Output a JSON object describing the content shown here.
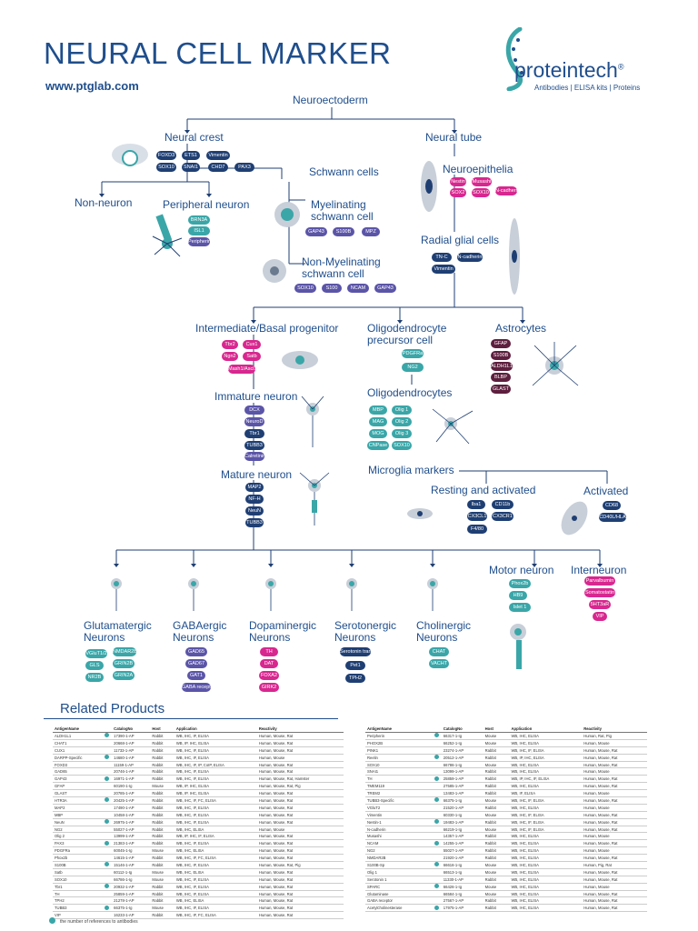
{
  "header": {
    "title": "NEURAL CELL MARKER",
    "url": "www.ptglab.com",
    "brand": "proteintech",
    "brand_mark": "®",
    "tagline": "Antibodies | ELISA kits | Proteins"
  },
  "nodes": {
    "neuroectoderm": "Neuroectoderm",
    "neural_crest": "Neural crest",
    "neural_tube": "Neural tube",
    "schwann": "Schwann cells",
    "neuroepithelia": "Neuroepithelia",
    "non_neuron": "Non-neuron",
    "peripheral": "Peripheral neuron",
    "myelinating": "Myelinating\nschwann cell",
    "radial": "Radial glial cells",
    "nonmyel": "Non-Myelinating\nschwann cell",
    "ibp": "Intermediate/Basal progenitor",
    "opc": "Oligodendrocyte\nprecursor cell",
    "astro": "Astrocytes",
    "immature": "Immature neuron",
    "oligo": "Oligodendrocytes",
    "mature": "Mature neuron",
    "microglia": "Microglia markers",
    "resting": "Resting and activated",
    "activated": "Activated",
    "glut": "Glutamatergic\nNeurons",
    "gaba": "GABAergic\nNeurons",
    "dopa": "Dopaminergic\nNeurons",
    "sero": "Serotonergic\nNeurons",
    "chol": "Cholinergic\nNeurons",
    "motor": "Motor neuron",
    "inter": "Interneuron"
  },
  "markers": {
    "crest": [
      "FOXD3",
      "ETS1",
      "Vimentin",
      "SOX10",
      "SNAI1",
      "CHD7",
      "PAX3"
    ],
    "tube": [
      "Nestin",
      "Musashi",
      "SOX2",
      "SOX10",
      "N-cadherin"
    ],
    "peripheral": [
      "BRN3A",
      "ISL1",
      "Peripherin"
    ],
    "myel": [
      "GAP43",
      "S100B",
      "MPZ"
    ],
    "radial": [
      "TN-C",
      "N-cadherin",
      "Vimentin"
    ],
    "nonmyel": [
      "SOX10",
      "S100",
      "NCAM",
      "GAP43"
    ],
    "ibp": [
      "Tbr2",
      "Cux1",
      "Ngn2",
      "Satb",
      "Mash1/Ascl1"
    ],
    "opc": [
      "PDGFRa",
      "NG2"
    ],
    "astro": [
      "GFAP",
      "S100B",
      "ALDH1L1",
      "BLBP",
      "GLAST"
    ],
    "immature": [
      "DCX",
      "NeuroD",
      "Tbr1",
      "TUBB3",
      "Calretinin"
    ],
    "oligo": [
      "MBP",
      "Olig 1",
      "MAG",
      "Olig 2",
      "MOG",
      "Olig 3",
      "CNPase",
      "SOX10"
    ],
    "mature": [
      "MAP2",
      "NF-H",
      "NeuN",
      "TUBB3"
    ],
    "resting": [
      "Iba1",
      "CD11b",
      "CX3CL1",
      "CX3CR1",
      "F4/80"
    ],
    "activated": [
      "CD68",
      "CD40L/HLA"
    ],
    "glut": [
      "VGluT1/2",
      "NMDAR2B",
      "GLS",
      "GRIN2B",
      "NR2B",
      "GRIN2A"
    ],
    "gaba": [
      "GAD65",
      "GAD67",
      "GAT1",
      "GABA receptor"
    ],
    "dopa": [
      "TH",
      "DAT",
      "FOXA2",
      "GIRK2"
    ],
    "sero": [
      "Serotonin transporter",
      "Pet1",
      "TPH2"
    ],
    "chol": [
      "CHAT",
      "VACHT"
    ],
    "motor": [
      "Phox2b",
      "HB9",
      "Islet 1"
    ],
    "inter": [
      "Parvalbumin",
      "Somatostatin",
      "5HT3aR",
      "VIP"
    ]
  },
  "related": {
    "title": "Related Products",
    "columns": [
      "AntigenName",
      "CatalogNo",
      "Host",
      "Application",
      "Reactivity"
    ],
    "left_rows": [
      [
        "ALDH1L1",
        "17390-1-AP",
        "Rabbit",
        "WB, IHC, IF, ELISA",
        "Human, Mouse, Rat"
      ],
      [
        "CHAT1",
        "20668-1-AP",
        "Rabbit",
        "WB, IP, IHC, ELISA",
        "Human, Mouse, Rat"
      ],
      [
        "CUX1",
        "11733-1-AP",
        "Rabbit",
        "WB, IHC, IF, ELISA",
        "Human, Mouse, Rat"
      ],
      [
        "DARPP-Specific",
        "14680-1-AP",
        "Rabbit",
        "WB, IHC, IF, ELISA",
        "Human, Mouse"
      ],
      [
        "FOXD3",
        "11159-1-AP",
        "Rabbit",
        "WB, IHC, IF, IP, CoIP, ELISA",
        "Human, Mouse, Rat"
      ],
      [
        "GAD65",
        "20746-1-AP",
        "Rabbit",
        "WB, IHC, IF, ELISA",
        "Human, Mouse, Rat"
      ],
      [
        "GAP43",
        "16971-1-AP",
        "Rabbit",
        "WB, IHC, IF, ELISA",
        "Human, Mouse, Rat, Hamster"
      ],
      [
        "GFAP",
        "60190-1-Ig",
        "Mouse",
        "WB, IP, IHC, ELISA",
        "Human, Mouse, Rat, Pig"
      ],
      [
        "GLAST",
        "20785-1-AP",
        "Rabbit",
        "WB, IP, IHC, ELISA",
        "Human, Mouse, Rat"
      ],
      [
        "HTR3A",
        "20425-1-AP",
        "Rabbit",
        "WB, IHC, IF, FC, ELISA",
        "Human, Mouse, Rat"
      ],
      [
        "MAP2",
        "17490-1-AP",
        "Rabbit",
        "WB, IHC, IF, ELISA",
        "Human, Mouse, Rat"
      ],
      [
        "MBP",
        "10458-1-AP",
        "Rabbit",
        "WB, IHC, IF, ELISA",
        "Human, Mouse, Rat"
      ],
      [
        "NeuN",
        "26975-1-AP",
        "Rabbit",
        "WB, IHC, IF, ELISA",
        "Human, Mouse, Rat"
      ],
      [
        "NG2",
        "55027-1-AP",
        "Rabbit",
        "WB, IHC, ELISA",
        "Human, Mouse"
      ],
      [
        "Olig 2",
        "13999-1-AP",
        "Rabbit",
        "WB, IP, IHC, IF, ELISA",
        "Human, Mouse, Rat"
      ],
      [
        "PAX3",
        "21383-1-AP",
        "Rabbit",
        "WB, IHC, IF, ELISA",
        "Human, Mouse, Rat"
      ],
      [
        "PDGFRa",
        "60045-1-Ig",
        "Mouse",
        "WB, IHC, ELISA",
        "Human, Mouse, Rat"
      ],
      [
        "Phox2b",
        "14615-1-AP",
        "Rabbit",
        "WB, IHC, IF, FC, ELISA",
        "Human, Mouse, Rat"
      ],
      [
        "S100B",
        "15146-1-AP",
        "Rabbit",
        "WB, IHC, IF, ELISA",
        "Human, Mouse, Rat, Pig"
      ],
      [
        "Satb",
        "60112-1-Ig",
        "Mouse",
        "WB, IHC, ELISA",
        "Human, Mouse, Rat"
      ],
      [
        "SOX10",
        "66786-1-Ig",
        "Mouse",
        "WB, IHC, IF, ELISA",
        "Human, Mouse, Rat"
      ],
      [
        "Tbr1",
        "20932-1-AP",
        "Rabbit",
        "WB, IHC, IF, ELISA",
        "Human, Mouse, Rat"
      ],
      [
        "TH",
        "25859-1-AP",
        "Rabbit",
        "WB, IHC, IF, ELISA",
        "Human, Mouse, Rat"
      ],
      [
        "TPH2",
        "21278-1-AP",
        "Rabbit",
        "WB, IHC, ELISA",
        "Human, Mouse, Rat"
      ],
      [
        "TUBB3",
        "66375-1-Ig",
        "Mouse",
        "WB, IHC, IF, ELISA",
        "Human, Mouse, Rat"
      ],
      [
        "VIP",
        "16233-1-AP",
        "Rabbit",
        "WB, IHC, IF, FC, ELISA",
        "Human, Mouse, Rat"
      ]
    ],
    "right_rows": [
      [
        "Peripherin",
        "66317-1-Ig",
        "Mouse",
        "WB, IHC, ELISA",
        "Human, Rat, Pig"
      ],
      [
        "PHOX2B",
        "66252-1-Ig",
        "Mouse",
        "WB, IHC, ELISA",
        "Human, Mouse"
      ],
      [
        "PINK1",
        "23274-1-AP",
        "Rabbit",
        "WB, IHC, IF, ELISA",
        "Human, Mouse, Rat"
      ],
      [
        "Reelin",
        "20512-1-AP",
        "Rabbit",
        "WB, IP, IHC, ELISA",
        "Human, Mouse, Rat"
      ],
      [
        "SOX10",
        "66786-1-Ig",
        "Mouse",
        "WB, IHC, ELISA",
        "Human, Mouse, Rat"
      ],
      [
        "SNAI1",
        "13099-1-AP",
        "Rabbit",
        "WB, IHC, ELISA",
        "Human, Mouse"
      ],
      [
        "TH",
        "25859-1-AP",
        "Rabbit",
        "WB, IP, IHC, IF, ELISA",
        "Human, Mouse, Rat"
      ],
      [
        "TMEM119",
        "27585-1-AP",
        "Rabbit",
        "WB, IHC, ELISA",
        "Human, Mouse, Rat"
      ],
      [
        "TREM2",
        "13483-1-AP",
        "Rabbit",
        "WB, IF, ELISA",
        "Human, Mouse"
      ],
      [
        "TUBB3-Specific",
        "66375-1-Ig",
        "Mouse",
        "WB, IHC, IF, ELISA",
        "Human, Mouse, Rat"
      ],
      [
        "VGluT2",
        "21520-1-AP",
        "Rabbit",
        "WB, IHC, ELISA",
        "Human, Mouse"
      ],
      [
        "Vimentin",
        "60330-1-Ig",
        "Mouse",
        "WB, IHC, IF, ELISA",
        "Human, Mouse, Rat"
      ],
      [
        "Nestin-1",
        "19483-1-AP",
        "Rabbit",
        "WB, IHC, IF, ELISA",
        "Human, Mouse, Rat"
      ],
      [
        "N-cadherin",
        "66219-1-Ig",
        "Mouse",
        "WB, IHC, IF, ELISA",
        "Human, Mouse, Rat"
      ],
      [
        "Musashi",
        "14357-1-AP",
        "Rabbit",
        "WB, IHC, ELISA",
        "Human, Mouse"
      ],
      [
        "NCAM",
        "14255-1-AP",
        "Rabbit",
        "WB, IHC, ELISA",
        "Human, Mouse, Rat"
      ],
      [
        "NG2",
        "55027-1-AP",
        "Rabbit",
        "WB, IHC, ELISA",
        "Human, Mouse"
      ],
      [
        "NMDAR2B",
        "21920-1-AP",
        "Rabbit",
        "WB, IHC, ELISA",
        "Human, Mouse, Rat"
      ],
      [
        "S100B-Sp",
        "66616-1-Ig",
        "Mouse",
        "WB, IHC, ELISA",
        "Human, Pig, Rat"
      ],
      [
        "Olig 1",
        "66513-1-Ig",
        "Mouse",
        "WB, IHC, ELISA",
        "Human, Mouse, Rat"
      ],
      [
        "Serotonin 1",
        "11330-1-AP",
        "Rabbit",
        "WB, IHC, ELISA",
        "Human, Mouse, Rat"
      ],
      [
        "SPARC",
        "66426-1-Ig",
        "Mouse",
        "WB, IHC, ELISA",
        "Human, Mouse"
      ],
      [
        "Glutaminase",
        "66584-1-Ig",
        "Mouse",
        "WB, IHC, ELISA",
        "Human, Mouse, Rat"
      ],
      [
        "GABA receptor",
        "27567-1-AP",
        "Rabbit",
        "WB, IHC, ELISA",
        "Human, Mouse, Rat"
      ],
      [
        "Acetylcholinesterase",
        "17975-1-AP",
        "Rabbit",
        "WB, IHC, ELISA",
        "Human, Mouse, Rat"
      ]
    ],
    "footnote": "the number of references to antibodies"
  },
  "colors": {
    "navy": "#1f3f73",
    "teal": "#3aa6a8",
    "magenta": "#d8278f",
    "purple": "#5b55a8",
    "maroon": "#5e1f3e",
    "title": "#1f4e8c"
  }
}
